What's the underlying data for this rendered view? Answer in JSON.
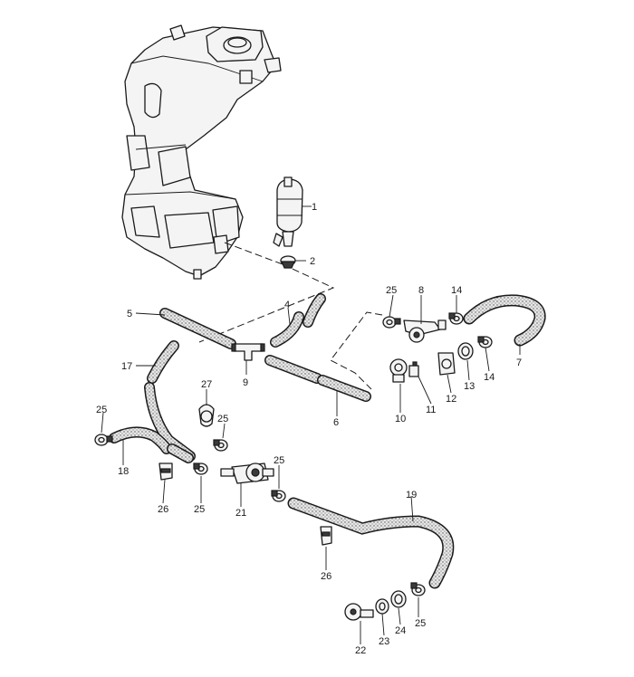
{
  "diagram": {
    "callouts": [
      {
        "id": "1",
        "text": "1"
      },
      {
        "id": "2",
        "text": "2"
      },
      {
        "id": "4",
        "text": "4"
      },
      {
        "id": "5",
        "text": "5"
      },
      {
        "id": "6",
        "text": "6"
      },
      {
        "id": "7",
        "text": "7"
      },
      {
        "id": "8",
        "text": "8"
      },
      {
        "id": "9",
        "text": "9"
      },
      {
        "id": "10",
        "text": "10"
      },
      {
        "id": "11",
        "text": "11"
      },
      {
        "id": "12",
        "text": "12"
      },
      {
        "id": "13",
        "text": "13"
      },
      {
        "id": "14a",
        "text": "14"
      },
      {
        "id": "14b",
        "text": "14"
      },
      {
        "id": "17",
        "text": "17"
      },
      {
        "id": "18",
        "text": "18"
      },
      {
        "id": "19",
        "text": "19"
      },
      {
        "id": "21",
        "text": "21"
      },
      {
        "id": "22",
        "text": "22"
      },
      {
        "id": "23",
        "text": "23"
      },
      {
        "id": "24",
        "text": "24"
      },
      {
        "id": "25a",
        "text": "25"
      },
      {
        "id": "25b",
        "text": "25"
      },
      {
        "id": "25c",
        "text": "25"
      },
      {
        "id": "25d",
        "text": "25"
      },
      {
        "id": "25e",
        "text": "25"
      },
      {
        "id": "25f",
        "text": "25"
      },
      {
        "id": "26a",
        "text": "26"
      },
      {
        "id": "26b",
        "text": "26"
      },
      {
        "id": "27",
        "text": "27"
      }
    ]
  }
}
